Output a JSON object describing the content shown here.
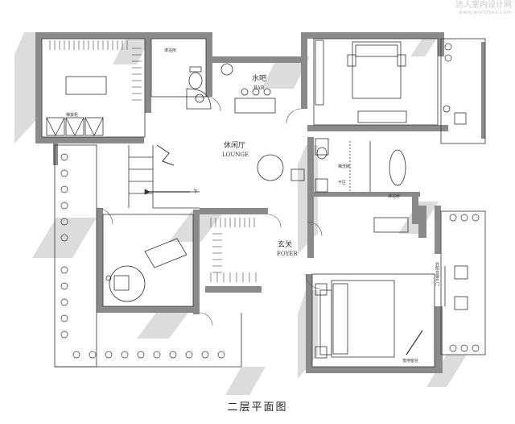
{
  "watermark": {
    "line1": "达人室内设计网",
    "line2": "www.worldsea.com"
  },
  "caption": "二层平面图",
  "labels": {
    "bathroom_tl": "淋浴房",
    "bar_cn": "水吧",
    "bar_en": "BAR",
    "lounge_cn": "休闲厅",
    "lounge_en": "LOUNGE",
    "stairs_down": "下",
    "foyer_cn": "玄关",
    "foyer_en": "FOYER",
    "cabinet_left": "梯拔柜",
    "basin_right": "梯洗碗",
    "dry_area": "干区",
    "shower_right": "淋浴房",
    "window_seat": "落地窗台",
    "balcony_note": "外阳台窗户门"
  },
  "colors": {
    "wall": "#8a8a8a",
    "wall_dark": "#5f5f5f",
    "shadow": "#dcdcdc",
    "line": "#333333"
  }
}
